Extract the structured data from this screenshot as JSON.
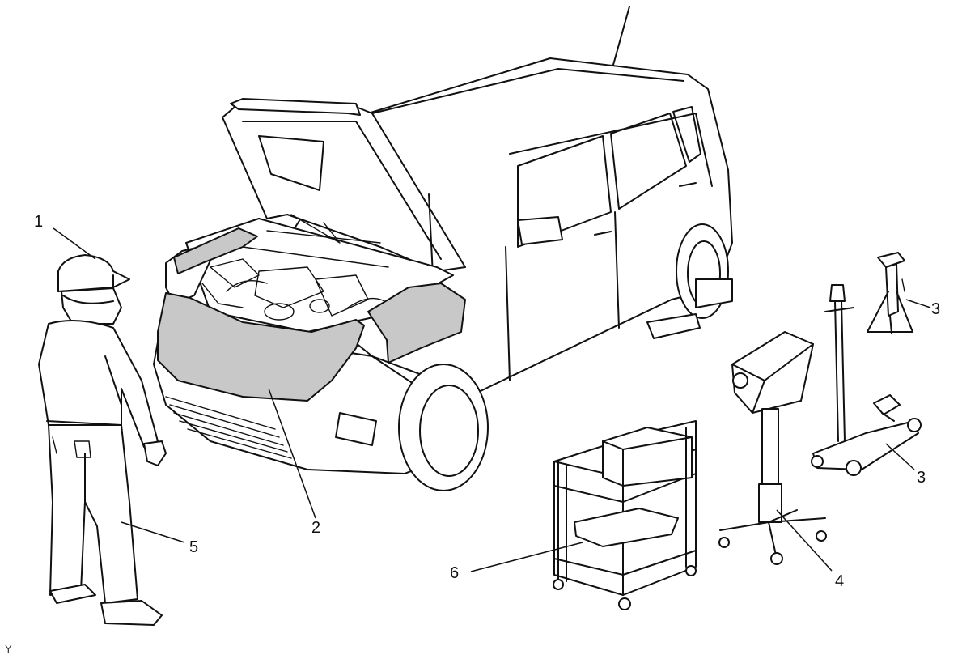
{
  "callouts": {
    "c1": "1",
    "c2": "2",
    "c3a": "3",
    "c3b": "3",
    "c4": "4",
    "c5": "5",
    "c6": "6"
  },
  "figure_mark": "Y"
}
